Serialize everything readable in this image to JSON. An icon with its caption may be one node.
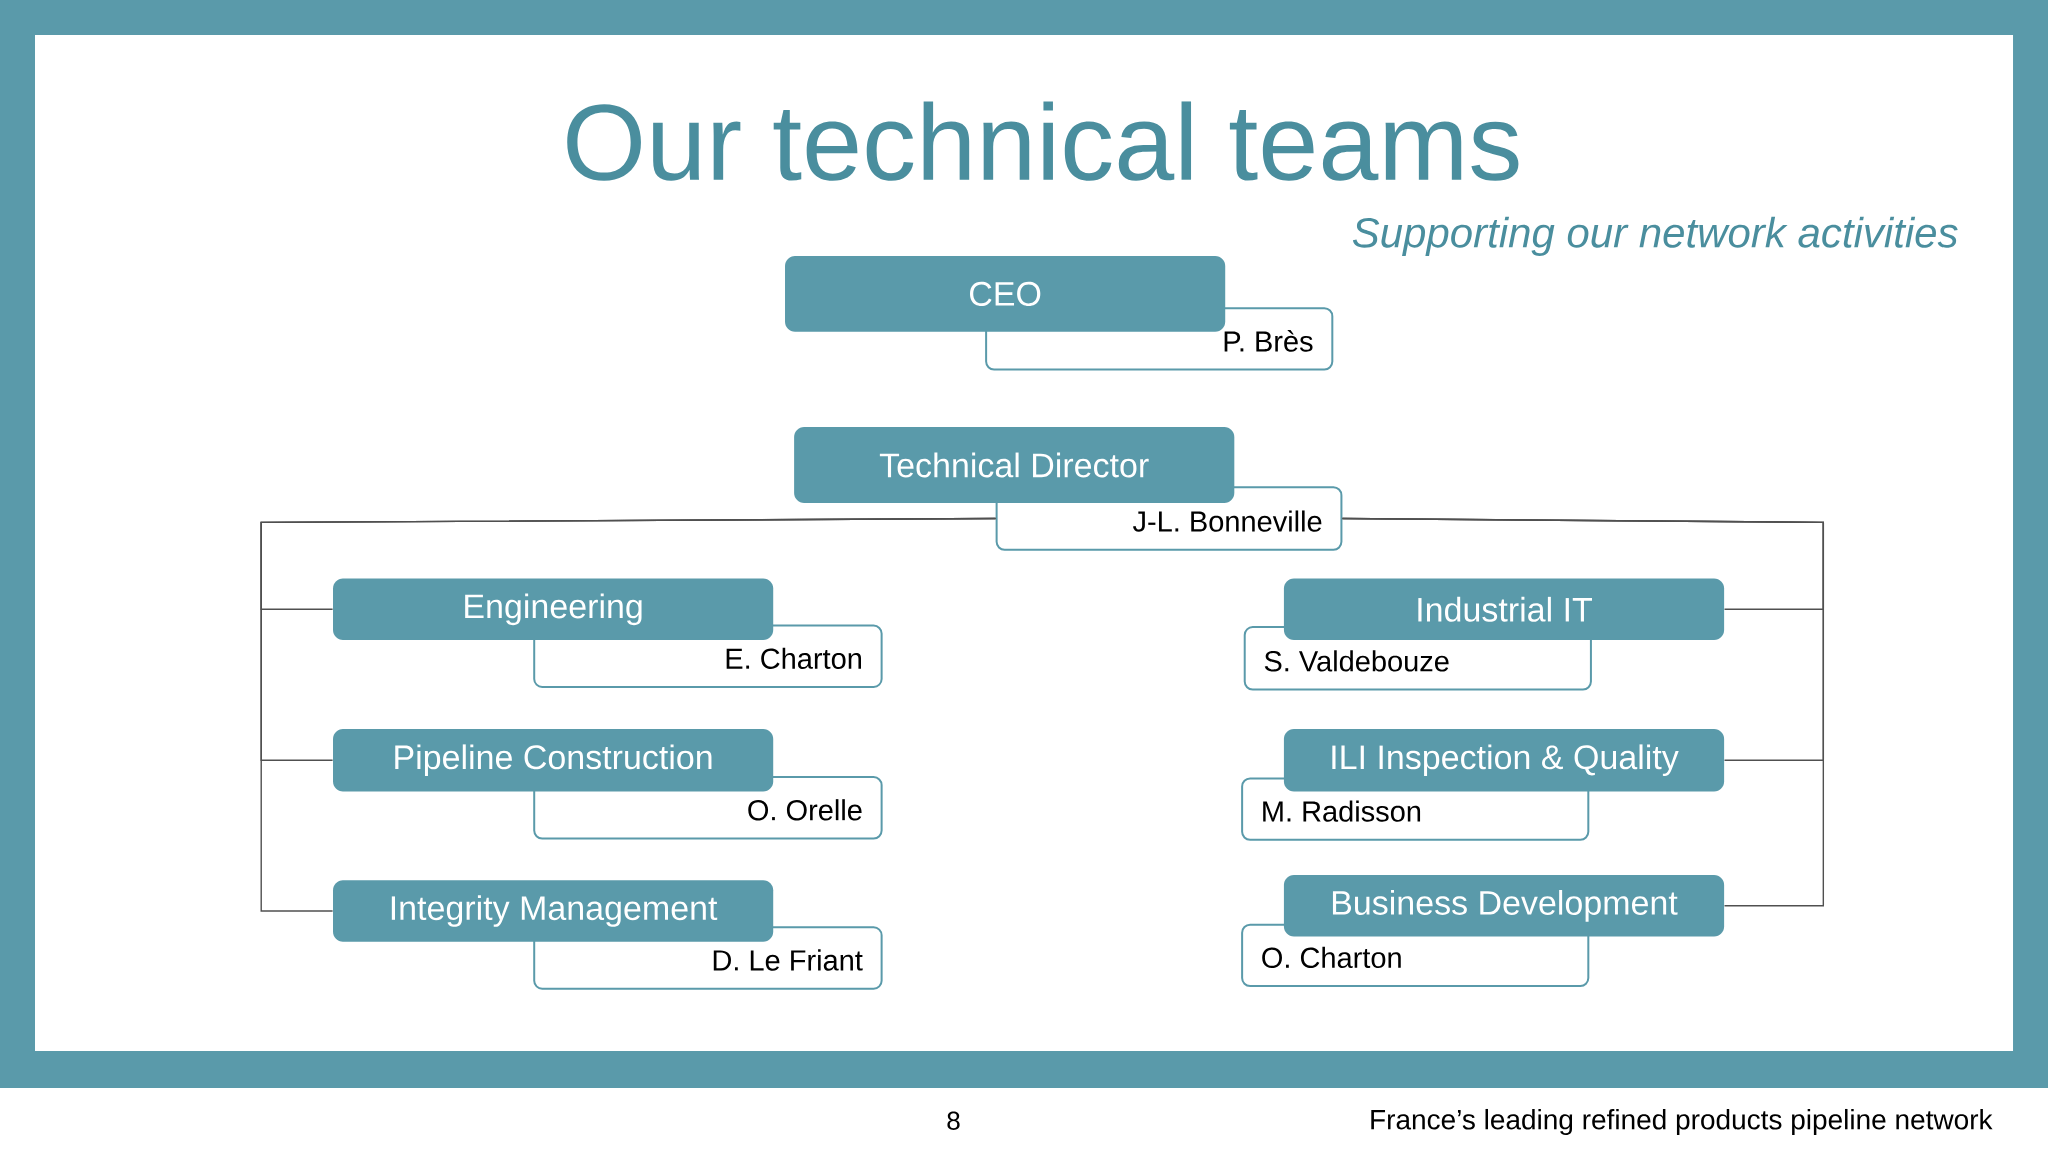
{
  "diagram": {
    "title": "Our technical teams",
    "nodes": [
      {
        "text": [
          "CEO",
          "P. Brès"
        ]
      },
      {
        "text": [
          "Technical Director",
          "J-L. Bonneville"
        ]
      },
      {
        "text": [
          "Engineering",
          "E. Charton"
        ]
      },
      {
        "text": [
          "Pipeline Construction",
          "O. Orelle"
        ]
      },
      {
        "text": [
          "Integrity Management",
          "D. Le Friant"
        ]
      },
      {
        "text": [
          "Industrial IT",
          "S. Valdebouze"
        ]
      },
      {
        "text": [
          "ILI Inspection & Quality",
          "M. Radisson"
        ]
      },
      {
        "text": [
          "Business Development",
          "O. Charton"
        ]
      }
    ],
    "edges": [
      {
        "from": 1,
        "to": 2,
        "arrow": "none"
      },
      {
        "from": 1,
        "to": 3,
        "arrow": "none"
      },
      {
        "from": 1,
        "to": 4,
        "arrow": "none"
      },
      {
        "from": 1,
        "to": 5,
        "arrow": "none"
      },
      {
        "from": 1,
        "to": 6,
        "arrow": "none"
      },
      {
        "from": 1,
        "to": 7,
        "arrow": "none"
      }
    ],
    "labels": [
      "Supporting our network activities",
      "8",
      "France’s leading refined products pipeline network"
    ]
  }
}
